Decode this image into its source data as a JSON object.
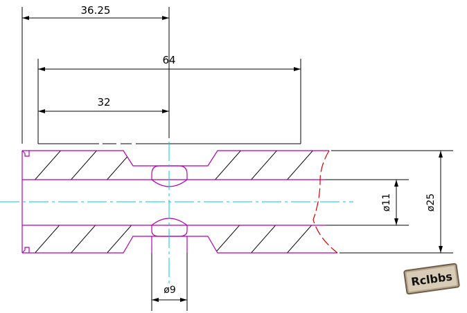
{
  "drawing": {
    "dimensions": {
      "top_offset": "36.25",
      "overall_length": "64",
      "half_length": "32",
      "bore_diameter": "ø11",
      "outer_diameter": "ø25",
      "cross_hole_diameter": "ø9"
    },
    "colors": {
      "outline": "#b000b0",
      "centerline": "#00c8d8",
      "breakline": "#d00000",
      "dimension": "#000000",
      "background": "#ffffff"
    }
  },
  "watermark": {
    "text": "Rclbbs"
  }
}
